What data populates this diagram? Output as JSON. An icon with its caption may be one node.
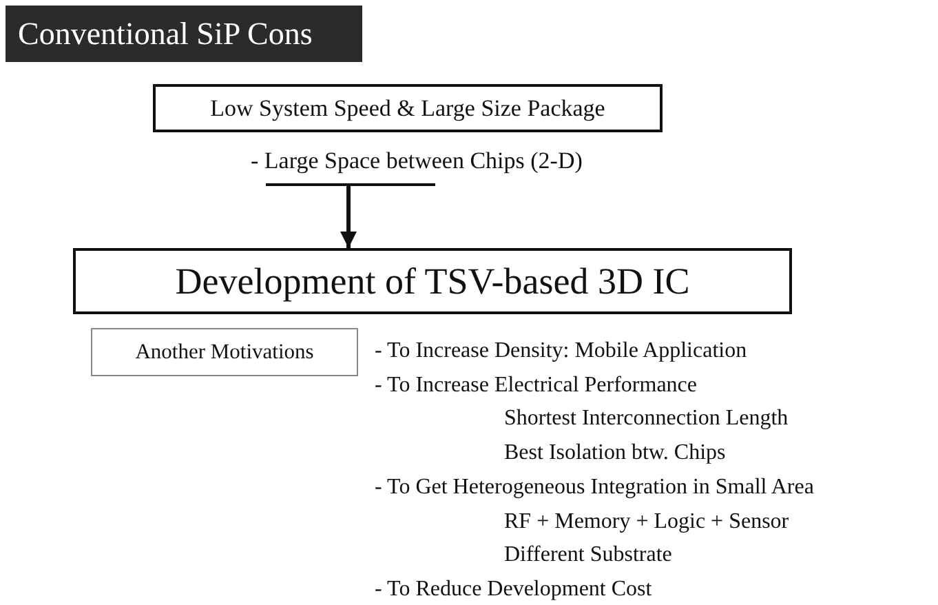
{
  "diagram": {
    "title": "Conventional SiP Cons",
    "nodes": [
      {
        "text": [
          "Low System Speed & Large Size Package"
        ]
      },
      {
        "text": [
          "Development of TSV-based 3D IC"
        ]
      },
      {
        "text": [
          "Another Motivations"
        ]
      }
    ],
    "edges": [
      {
        "from": 0,
        "to": 1,
        "arrow": "to",
        "label": "- Large Space between Chips (2-D)"
      }
    ],
    "labels": [
      "- To Increase Density: Mobile Application",
      "- To Increase Electrical Performance",
      "Shortest Interconnection Length",
      "Best Isolation btw. Chips",
      "- To Get Heterogeneous Integration in Small Area",
      "RF + Memory + Logic + Sensor",
      "Different Substrate",
      "- To Reduce Development Cost"
    ]
  }
}
